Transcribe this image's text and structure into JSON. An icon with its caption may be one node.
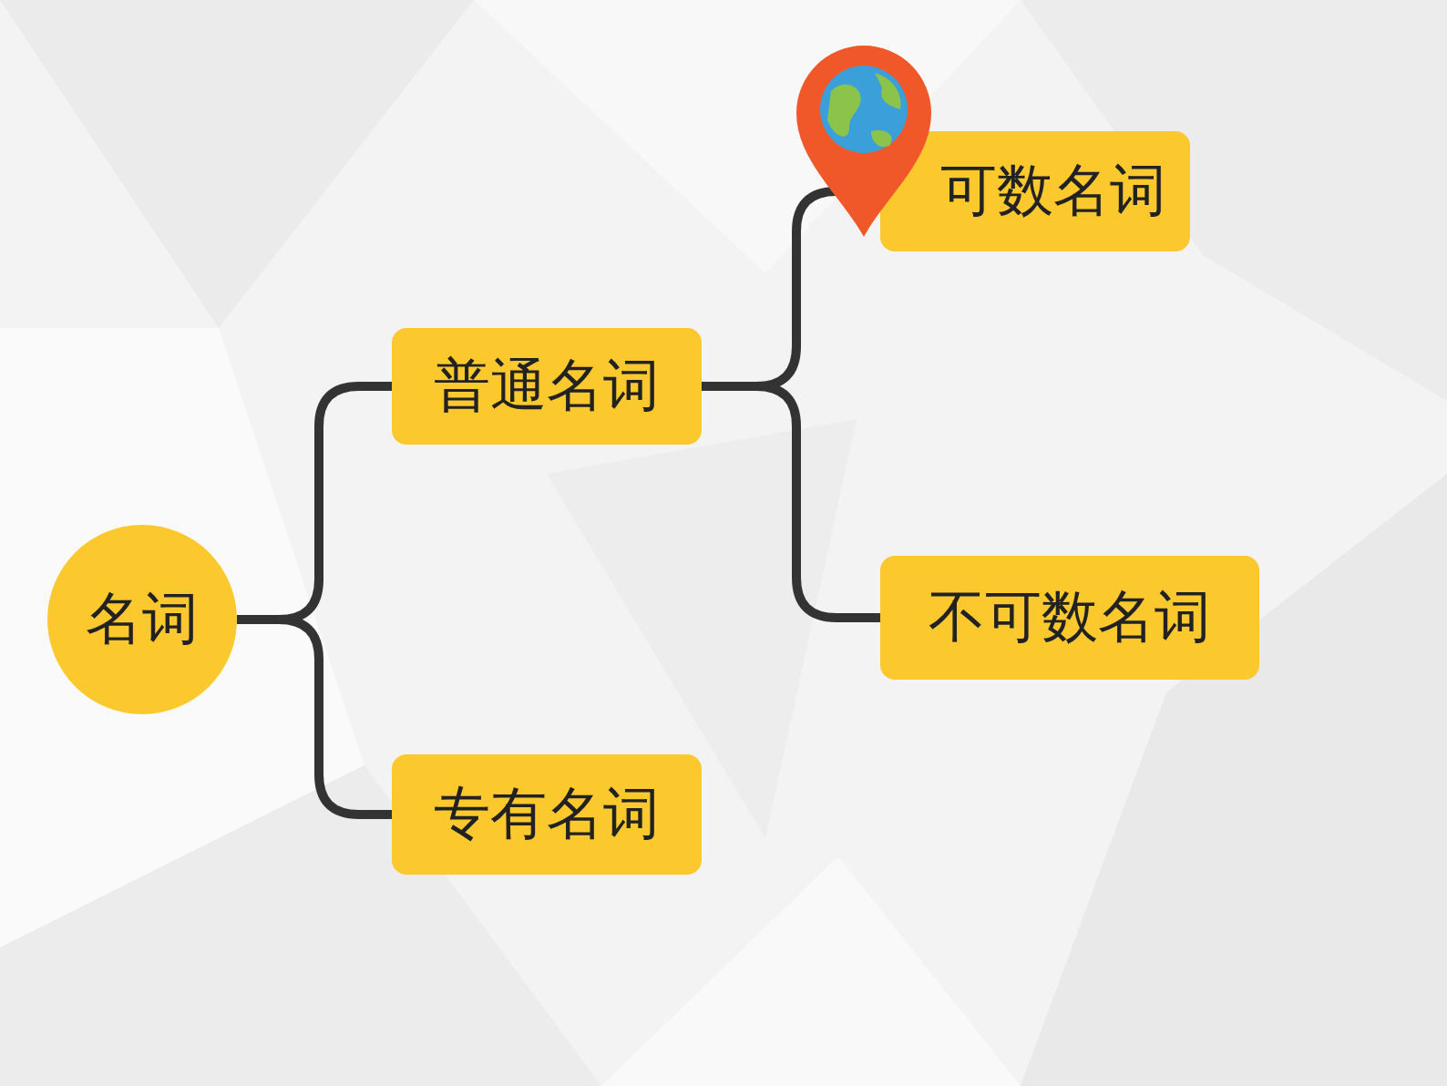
{
  "diagram": {
    "nodes": [
      {
        "text": [
          "名词"
        ]
      },
      {
        "text": [
          "普通名词"
        ]
      },
      {
        "text": [
          "专有名词"
        ]
      },
      {
        "text": [
          "可数名词"
        ]
      },
      {
        "text": [
          "不可数名词"
        ]
      }
    ],
    "edges": [
      {
        "from": 0,
        "to": 1,
        "arrow": "none"
      },
      {
        "from": 0,
        "to": 2,
        "arrow": "none"
      },
      {
        "from": 1,
        "to": 3,
        "arrow": "none"
      },
      {
        "from": 1,
        "to": 4,
        "arrow": "none"
      }
    ]
  }
}
